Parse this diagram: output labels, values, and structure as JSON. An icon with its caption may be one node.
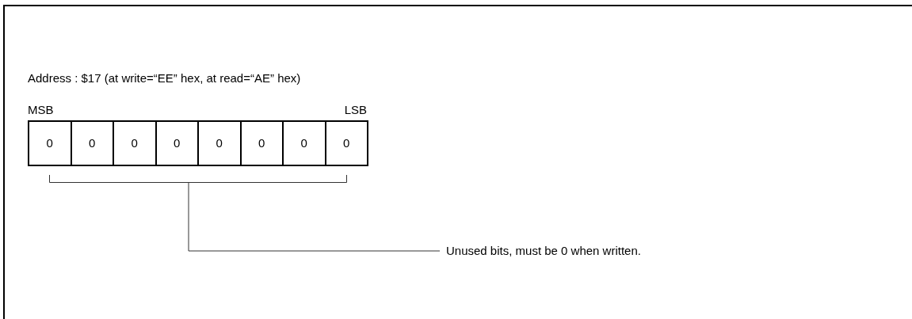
{
  "diagram": {
    "nodes": [
      {
        "text": [
          "0"
        ]
      },
      {
        "text": [
          "0"
        ]
      },
      {
        "text": [
          "0"
        ]
      },
      {
        "text": [
          "0"
        ]
      },
      {
        "text": [
          "0"
        ]
      },
      {
        "text": [
          "0"
        ]
      },
      {
        "text": [
          "0"
        ]
      },
      {
        "text": [
          "0"
        ]
      },
      {
        "text": [],
        "shape": "bracket"
      },
      {
        "text": [
          "Unused bits, must be 0 when written."
        ]
      }
    ],
    "edges": [
      {
        "from": 9,
        "to": 8,
        "arrow": "none"
      }
    ],
    "labels": [
      "Address : $17 (at write=“EE” hex, at read=“AE” hex)",
      "MSB",
      "LSB"
    ]
  }
}
